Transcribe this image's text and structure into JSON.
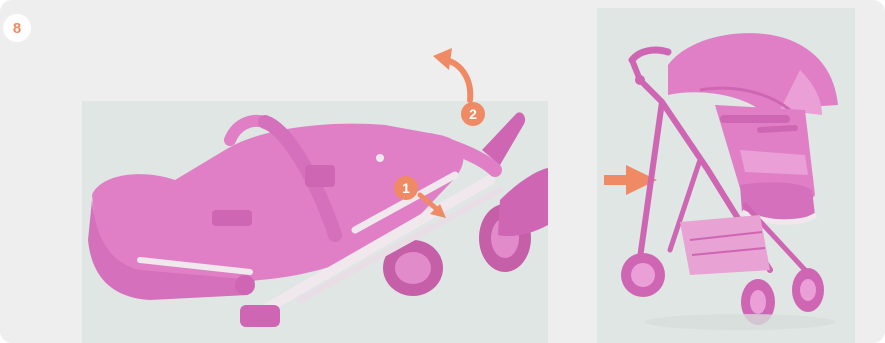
{
  "step": {
    "number": "8"
  },
  "markers": {
    "one": "1",
    "two": "2"
  },
  "colors": {
    "accent": "#ef8a64",
    "stroller": "#e07fc6",
    "stroller_dark": "#cf66b4",
    "frame_silver": "#f1e8ee",
    "background": "#edeeed",
    "panel": "#dfe6e4"
  },
  "icons": {
    "step_arrow": "arrow-right-icon",
    "fold_arrow": "curved-arrow-icon",
    "push_arrow": "arrow-down-right-icon"
  }
}
